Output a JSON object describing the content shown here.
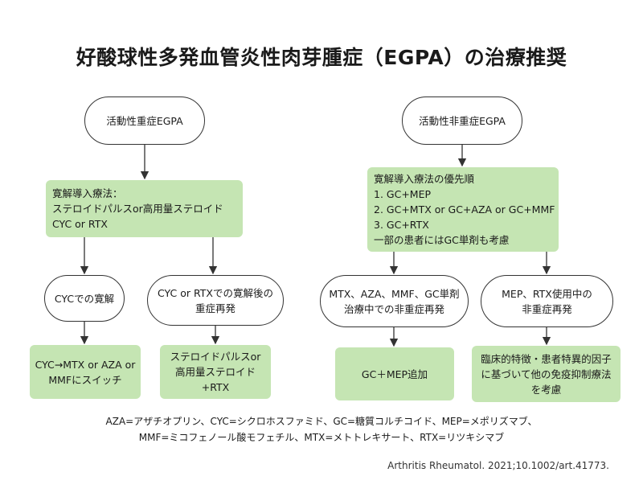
{
  "title": "好酸球性多発血管炎性肉芽腫症（EGPA）の治療推奨",
  "left": {
    "start": "活動性重症EGPA",
    "induction": [
      "寛解導入療法：",
      "ステロイドパルスor高用量ステロイド",
      "CYC or RTX"
    ],
    "branch_a": "CYCでの寛解",
    "branch_b": [
      "CYC or RTXでの寛解後の",
      "重症再発"
    ],
    "result_a": [
      "CYC→MTX or AZA or",
      "MMFにスイッチ"
    ],
    "result_b": [
      "ステロイドパルスor",
      "高用量ステロイド",
      "+RTX"
    ]
  },
  "right": {
    "start": "活動性非重症EGPA",
    "induction": [
      "寛解導入療法の優先順",
      "1. GC+MEP",
      "2. GC+MTX or GC+AZA or GC+MMF",
      "3. GC+RTX",
      "一部の患者にはGC単剤も考慮"
    ],
    "branch_a": [
      "MTX、AZA、MMF、GC単剤",
      "治療中での非重症再発"
    ],
    "branch_b": [
      "MEP、RTX使用中の",
      "非重症再発"
    ],
    "result_a": "GC＋MEP追加",
    "result_b": [
      "臨床的特徴・患者特異的因子",
      "に基づいて他の免疫抑制療法",
      "を考慮"
    ]
  },
  "legend": [
    "AZA=アザチオプリン、CYC=シクロホスファミド、GC=糖質コルチコイド、MEP=メポリズマブ、",
    "MMF=ミコフェノール酸モフェチル、MTX=メトトレキサート、RTX=リツキシマブ"
  ],
  "citation": "Arthritis Rheumatol. 2021;10.1002/art.41773.",
  "colors": {
    "box_fill": "#c5e5b3",
    "line": "#333333"
  }
}
